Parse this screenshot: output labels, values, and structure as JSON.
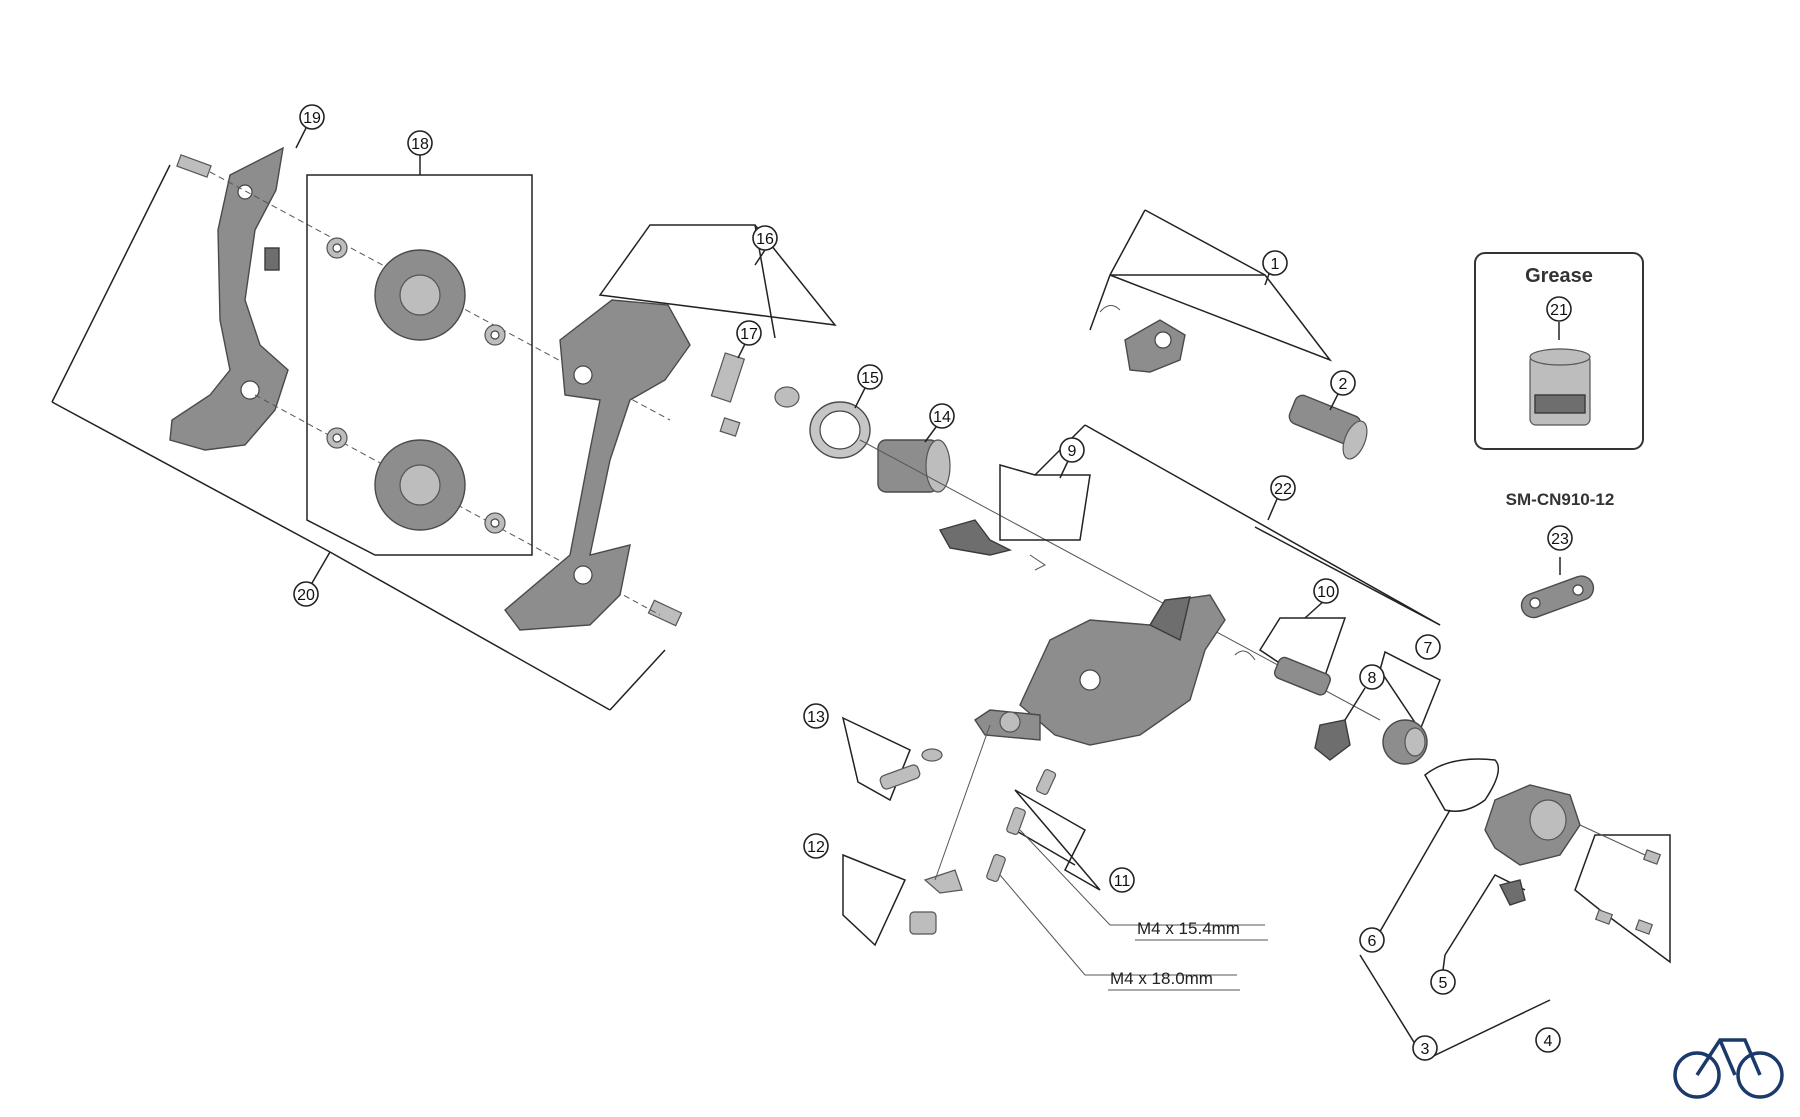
{
  "grease_box": {
    "title": "Grease",
    "callout": "21"
  },
  "chain_label": "SM-CN910-12",
  "chain_callout": "23",
  "bolt_specs": {
    "long": "M4 x 15.4mm",
    "longer": "M4 x 18.0mm"
  },
  "callouts": {
    "c1": "1",
    "c2": "2",
    "c3": "3",
    "c4": "4",
    "c5": "5",
    "c6": "6",
    "c7": "7",
    "c8": "8",
    "c9": "9",
    "c10": "10",
    "c11": "11",
    "c12": "12",
    "c13": "13",
    "c14": "14",
    "c15": "15",
    "c16": "16",
    "c17": "17",
    "c18": "18",
    "c19": "19",
    "c20": "20",
    "c22": "22"
  },
  "logo_icon": "bicycle-icon"
}
